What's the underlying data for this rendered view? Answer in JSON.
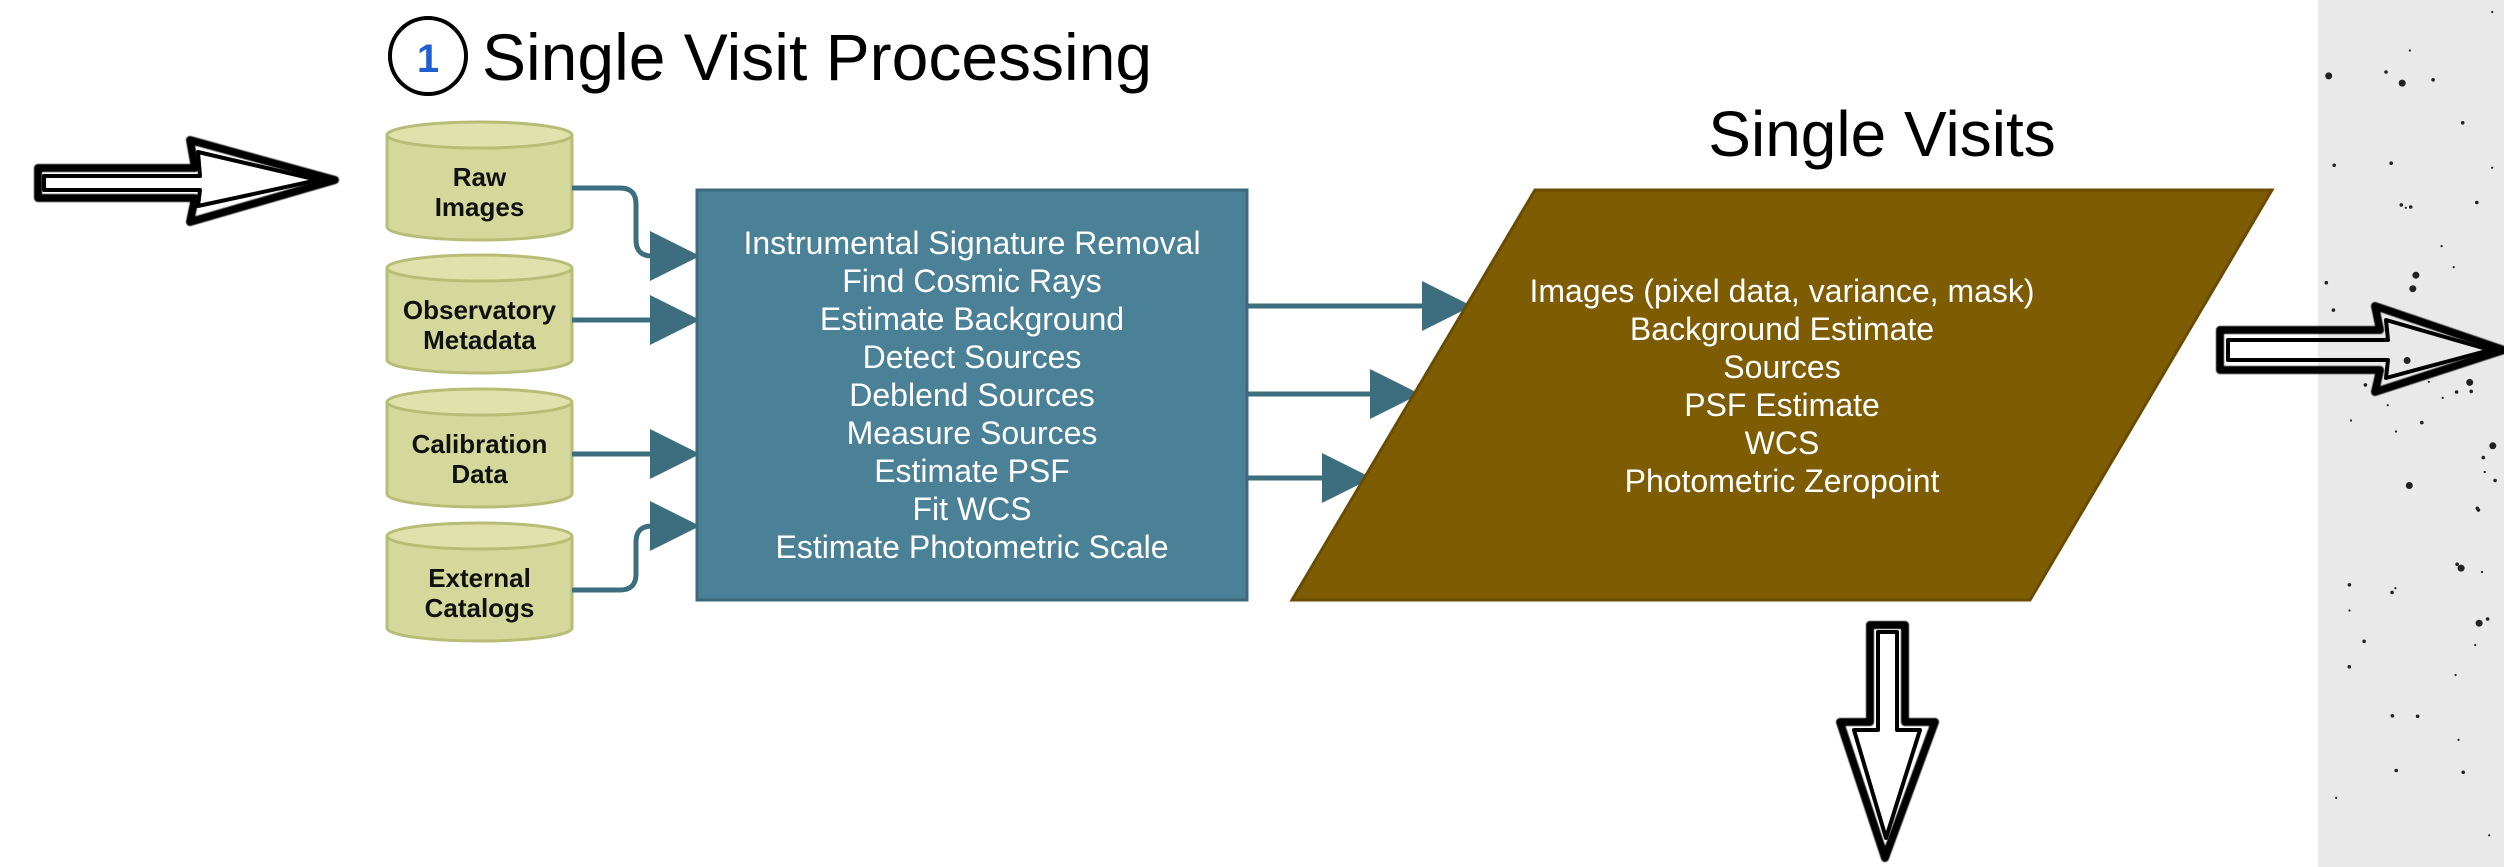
{
  "header": {
    "step_number": "1",
    "title": "Single Visit Processing"
  },
  "inputs": [
    {
      "lines": [
        "Raw",
        "Images"
      ]
    },
    {
      "lines": [
        "Observatory",
        "Metadata"
      ]
    },
    {
      "lines": [
        "Calibration",
        "Data"
      ]
    },
    {
      "lines": [
        "External",
        "Catalogs"
      ]
    }
  ],
  "process_steps": [
    "Instrumental Signature Removal",
    "Find Cosmic Rays",
    "Estimate Background",
    "Detect Sources",
    "Deblend Sources",
    "Measure Sources",
    "Estimate PSF",
    "Fit WCS",
    "Estimate Photometric Scale"
  ],
  "output": {
    "title": "Single Visits",
    "items": [
      "Images (pixel data, variance, mask)",
      "Background Estimate",
      "Sources",
      "PSF Estimate",
      "WCS",
      "Photometric Zeropoint"
    ]
  },
  "colors": {
    "database_fill": "#d4d89a",
    "database_stroke": "#b7bc77",
    "process_fill": "#4b8197",
    "process_stroke": "#3c6a7c",
    "connector": "#3d6e80",
    "output_fill": "#7d5c03",
    "output_stroke": "#6a4c00",
    "step_circle": "#1f5fd0"
  }
}
